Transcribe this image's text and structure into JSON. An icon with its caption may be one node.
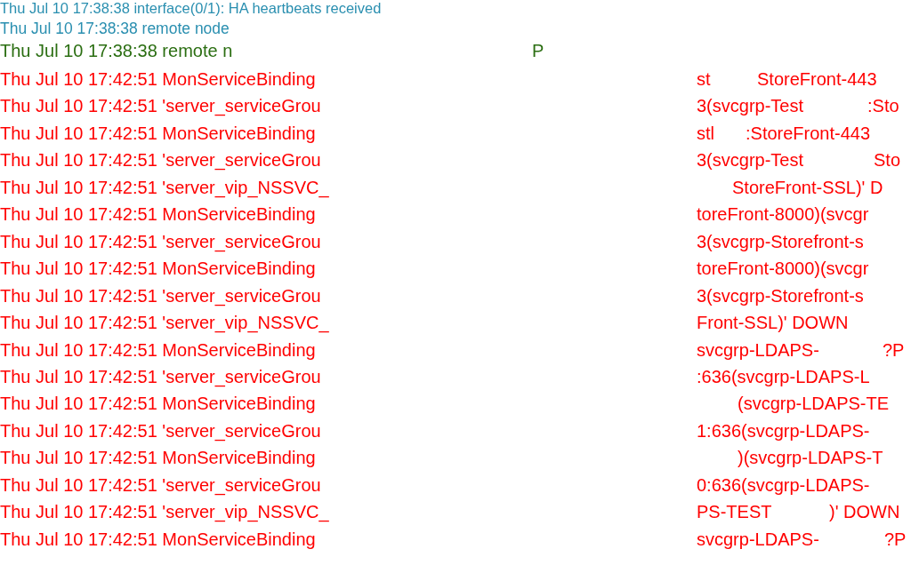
{
  "diagram": {
    "labels": [
      "Thu Jul 10 17:38:38 interface(0/1): HA heartbeats received",
      "Thu Jul 10 17:38:38 remote node",
      "Thu Jul 10 17:38:38 remote n",
      "P",
      "Thu Jul 10 17:42:51 MonServiceBinding",
      "st",
      "StoreFront-443",
      "Thu Jul 10 17:42:51 'server_serviceGrou",
      "3(svcgrp-Test",
      ":Sto",
      "Thu Jul 10 17:42:51 MonServiceBinding",
      "stl",
      ":StoreFront-443",
      "Thu Jul 10 17:42:51 'server_serviceGrou",
      "3(svcgrp-Test",
      "Sto",
      "Thu Jul 10 17:42:51 'server_vip_NSSVC_",
      "StoreFront-SSL)' D",
      "Thu Jul 10 17:42:51 MonServiceBinding",
      "toreFront-8000)(svcgr",
      "Thu Jul 10 17:42:51 'server_serviceGrou",
      "3(svcgrp-Storefront-s",
      "Thu Jul 10 17:42:51 MonServiceBinding",
      "toreFront-8000)(svcgr",
      "Thu Jul 10 17:42:51 'server_serviceGrou",
      "3(svcgrp-Storefront-s",
      "Thu Jul 10 17:42:51 'server_vip_NSSVC_",
      "Front-SSL)' DOWN",
      "Thu Jul 10 17:42:51 MonServiceBinding",
      "svcgrp-LDAPS-",
      "?P",
      "Thu Jul 10 17:42:51 'server_serviceGrou",
      ":636(svcgrp-LDAPS-L",
      "Thu Jul 10 17:42:51 MonServiceBinding",
      "(svcgrp-LDAPS-TE",
      "Thu Jul 10 17:42:51 'server_serviceGrou",
      "1:636(svcgrp-LDAPS-",
      "Thu Jul 10 17:42:51 MonServiceBinding",
      ")(svcgrp-LDAPS-T",
      "Thu Jul 10 17:42:51 'server_serviceGrou",
      "0:636(svcgrp-LDAPS-",
      "Thu Jul 10 17:42:51 'server_vip_NSSVC_",
      "PS-TEST",
      ")' DOWN",
      "Thu Jul 10 17:42:51 MonServiceBinding",
      "svcgrp-LDAPS-",
      "?P"
    ]
  }
}
